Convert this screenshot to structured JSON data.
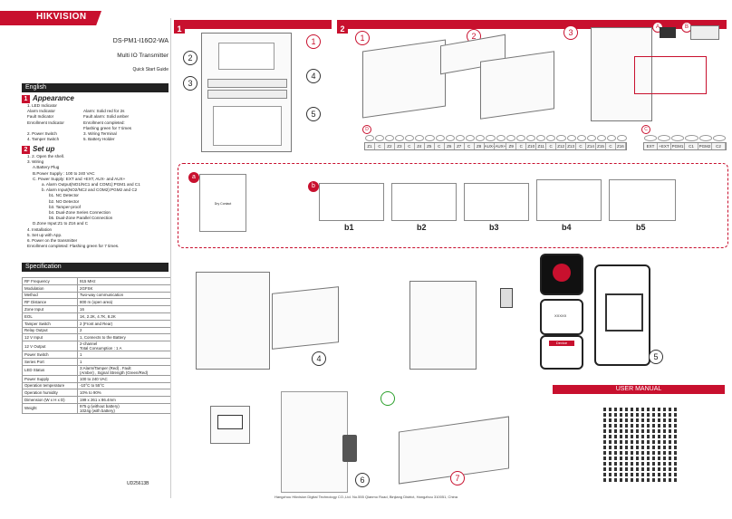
{
  "header": {
    "brand": "HIKVISION",
    "model": "DS-PM1-I16O2-WA",
    "subtitle": "Multi IO Transmitter",
    "guide": "Quick Start Guide"
  },
  "english": {
    "section": "English",
    "appearance": {
      "num": "1",
      "title": "Appearance",
      "rows": [
        {
          "a": "1. LED Indicator",
          "b": ""
        },
        {
          "a": "Alarm Indicator",
          "b": "Alarm: Solid red for 2s"
        },
        {
          "a": "Fault Indicator",
          "b": "Fault alarm: Solid amber"
        },
        {
          "a": "Enrollment Indicator",
          "b": "Enrollment completed:"
        },
        {
          "a": "",
          "b": "Flashing green for 7 times"
        },
        {
          "a": "2. Power Switch",
          "b": "3. Wiring Terminal"
        },
        {
          "a": "4. Tamper Switch",
          "b": "5. Battery Holder"
        }
      ]
    },
    "setup": {
      "num": "2",
      "title": "Set up",
      "lines": [
        "1. 2. Open the shell.",
        "3. Wiring",
        "A.Battery Plug",
        "B.Power Supply : 100 to 240 VAC",
        "C. Power Supply: EXT and +EXT, AUX- and AUX+",
        "a. Alarm Output(NO1/NC1 and COM1):PGM1 and C1",
        "b. Alarm Input(NO2/NC2 and COM2):PGM2 and C2",
        "b1. NC Detector",
        "b2. NO Detector",
        "b3. Tamper-proof",
        "b4. Dual-Zone Series Connection",
        "b5. Dual-Zone Parallel Connection",
        "D.Zone Input:Z1 to Z16 and C",
        "4. Installation",
        "5. Set up with App.",
        "6. Power on the transmitter",
        "Enrollment completed: Flashing green for 7 times."
      ]
    }
  },
  "specification": {
    "section": "Specification",
    "rows": [
      {
        "k": "RF Frequency",
        "v": "915 MHz"
      },
      {
        "k": "Modulation",
        "v": "2GFSK"
      },
      {
        "k": "Method",
        "v": "Two-way communication"
      },
      {
        "k": "RF Distance",
        "v": "800 m (open area)"
      },
      {
        "k": "Zone Input",
        "v": "16"
      },
      {
        "k": "EOL",
        "v": "1K, 2.2K, 4.7K, 8.2K"
      },
      {
        "k": "Tamper Switch",
        "v": "2 (Front and Rear)"
      },
      {
        "k": "Relay Output",
        "v": "2"
      },
      {
        "k": "12 V Input",
        "v": "1, Connects to the Battery"
      },
      {
        "k": "12 V Output",
        "v": "2-channel",
        "v2": "Total Consumption : 1 A"
      },
      {
        "k": "Power Switch",
        "v": "1"
      },
      {
        "k": "Series Port",
        "v": "1"
      },
      {
        "k": "LED Status",
        "v": "3:Alarm/Tamper (Red) , Fault",
        "v2": "(Amber) , Signal Strength (Green/Red)"
      },
      {
        "k": "Power Supply",
        "v": "100 to 240 VAC"
      },
      {
        "k": "Operation temperature",
        "v": "-10°C to 55°C"
      },
      {
        "k": "Operation humidity",
        "v": "10% to 90%"
      },
      {
        "k": "Dimension (W x H x D)",
        "v": "199 x 261 x 86.4mm"
      },
      {
        "k": "Weight",
        "v": "975 g (without battery)",
        "v2": "1024g (with battery)"
      }
    ]
  },
  "doc_code": "UD25613B",
  "panels": {
    "p1": "1",
    "p2": "2",
    "callouts": [
      "1",
      "2",
      "3",
      "4",
      "5"
    ],
    "steps": [
      "1",
      "2",
      "3",
      "4",
      "5",
      "6",
      "7"
    ],
    "letters": [
      "A",
      "B",
      "C",
      "D",
      "a",
      "b"
    ]
  },
  "terminals": {
    "zone_row": [
      "Z1",
      "C",
      "Z2",
      "Z3",
      "C",
      "Z4",
      "Z5",
      "C",
      "Z6",
      "Z7",
      "C",
      "Z8"
    ],
    "zone_row2": [
      "AUX-",
      "AUX+",
      "Z9",
      "C",
      "Z10",
      "Z11",
      "C",
      "Z12",
      "Z13",
      "C",
      "Z14",
      "Z15",
      "C",
      "Z16"
    ],
    "power_row": [
      "EXT",
      "+EXT",
      "PGM1",
      "C1",
      "PGM2",
      "C2"
    ]
  },
  "wiring": {
    "labels": [
      "b1",
      "b2",
      "b3",
      "b4",
      "b5"
    ],
    "a_label": "Dry Contact"
  },
  "user_manual": "USER MANUAL",
  "app_screen": {
    "device": "Device",
    "serial": "XXXXX"
  },
  "footer": "Hangzhou Hikvision Digital Technology CO.,Ltd. No.555 Qianmo Road, Binjiang District, Hangzhou 310051, China",
  "colors": {
    "accent": "#c8102e",
    "dark": "#222222"
  }
}
